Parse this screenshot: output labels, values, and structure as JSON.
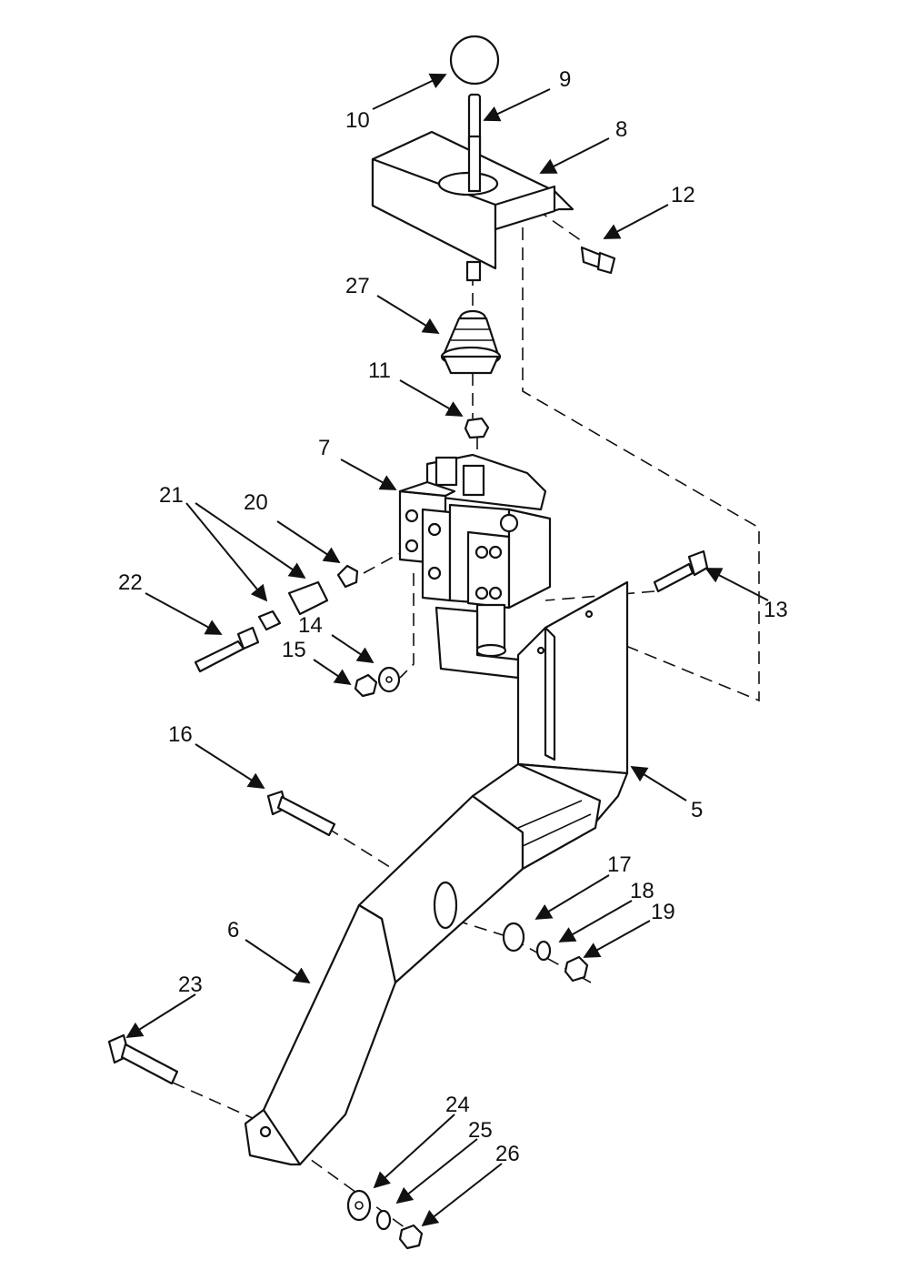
{
  "callouts": [
    {
      "id": "c10",
      "text": "10"
    },
    {
      "id": "c9",
      "text": "9"
    },
    {
      "id": "c8",
      "text": "8"
    },
    {
      "id": "c12",
      "text": "12"
    },
    {
      "id": "c27",
      "text": "27"
    },
    {
      "id": "c11",
      "text": "11"
    },
    {
      "id": "c7",
      "text": "7"
    },
    {
      "id": "c21",
      "text": "21"
    },
    {
      "id": "c20",
      "text": "20"
    },
    {
      "id": "c22",
      "text": "22"
    },
    {
      "id": "c13",
      "text": "13"
    },
    {
      "id": "c14",
      "text": "14"
    },
    {
      "id": "c15",
      "text": "15"
    },
    {
      "id": "c16",
      "text": "16"
    },
    {
      "id": "c5",
      "text": "5"
    },
    {
      "id": "c17",
      "text": "17"
    },
    {
      "id": "c18",
      "text": "18"
    },
    {
      "id": "c19",
      "text": "19"
    },
    {
      "id": "c6",
      "text": "6"
    },
    {
      "id": "c23",
      "text": "23"
    },
    {
      "id": "c24",
      "text": "24"
    },
    {
      "id": "c25",
      "text": "25"
    },
    {
      "id": "c26",
      "text": "26"
    }
  ]
}
